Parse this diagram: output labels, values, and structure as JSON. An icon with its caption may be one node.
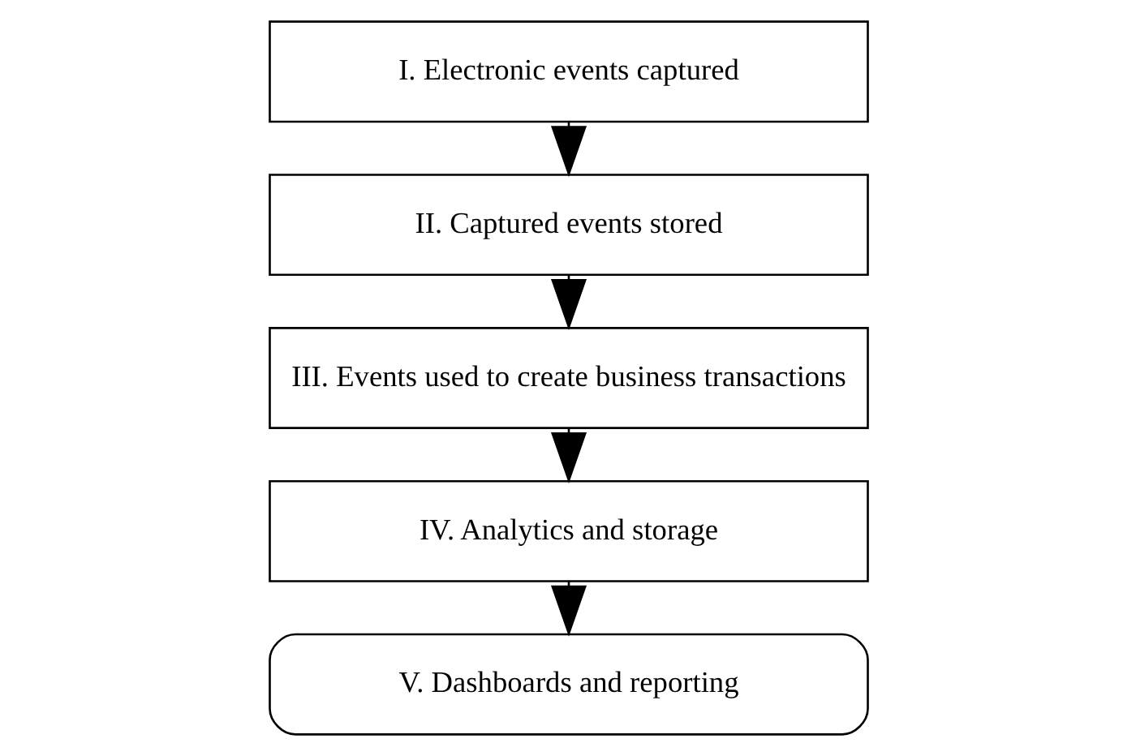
{
  "diagram": {
    "nodes": [
      {
        "text": [
          "I. Electronic events captured"
        ]
      },
      {
        "text": [
          "II. Captured events stored"
        ]
      },
      {
        "text": [
          "III. Events used to create business transactions"
        ]
      },
      {
        "text": [
          "IV. Analytics and storage"
        ]
      },
      {
        "text": [
          "V. Dashboards and reporting"
        ]
      }
    ],
    "edges": [
      {
        "from": 0,
        "to": 1,
        "arrow": "to"
      },
      {
        "from": 1,
        "to": 2,
        "arrow": "to"
      },
      {
        "from": 2,
        "to": 3,
        "arrow": "to"
      },
      {
        "from": 3,
        "to": 4,
        "arrow": "to"
      }
    ]
  }
}
